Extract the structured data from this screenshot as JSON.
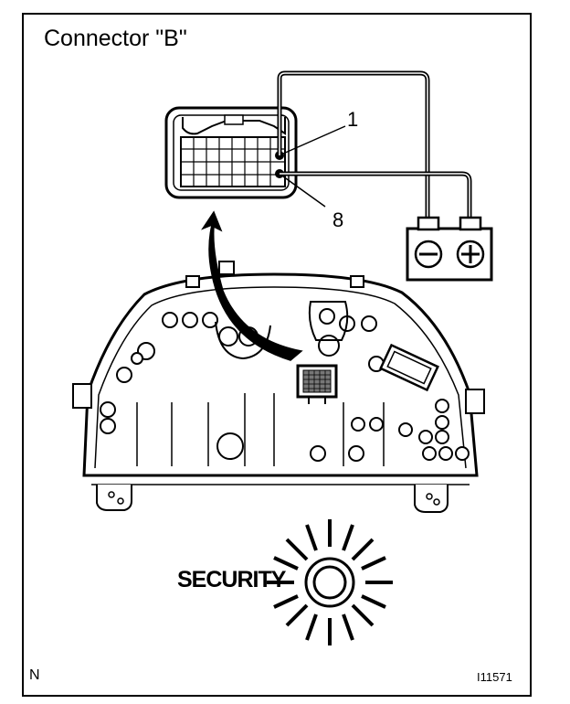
{
  "title": "Connector \"B\"",
  "pins": {
    "pin_1": "1",
    "pin_8": "8"
  },
  "battery": {
    "negative_symbol": "minus-icon",
    "positive_symbol": "plus-icon"
  },
  "indicator_label": "SECURITY",
  "corner_letter": "N",
  "figure_id": "I11571"
}
